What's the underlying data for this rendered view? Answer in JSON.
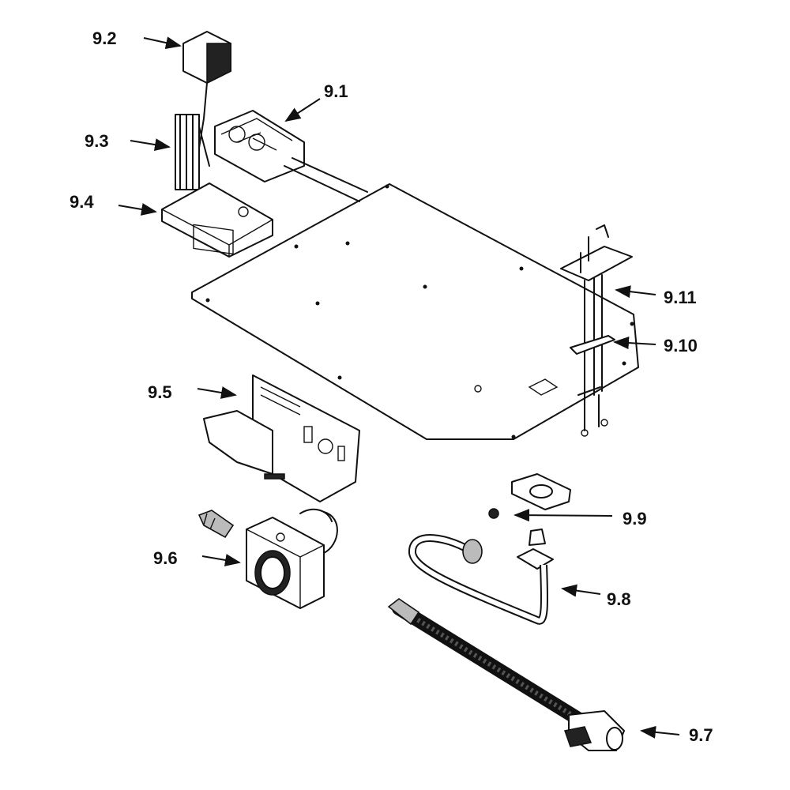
{
  "diagram": {
    "labels": {
      "p9_1": "9.1",
      "p9_2": "9.2",
      "p9_3": "9.3",
      "p9_4": "9.4",
      "p9_5": "9.5",
      "p9_6": "9.6",
      "p9_7": "9.7",
      "p9_8": "9.8",
      "p9_9": "9.9",
      "p9_10": "9.10",
      "p9_11": "9.11"
    },
    "line_color": "#111111"
  }
}
